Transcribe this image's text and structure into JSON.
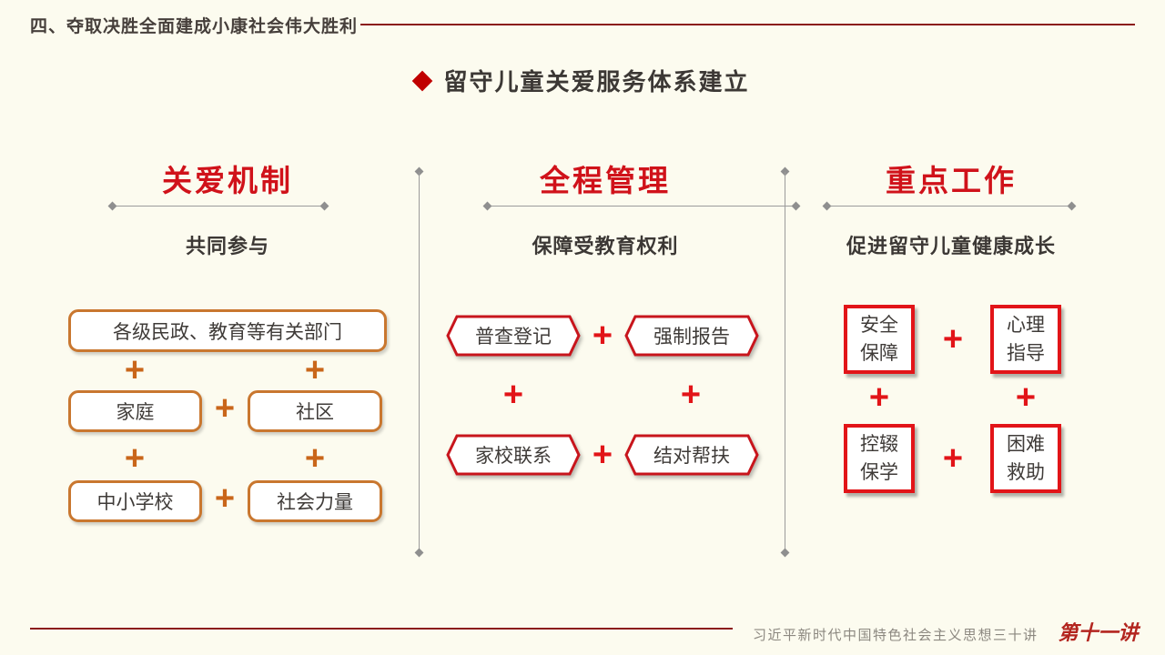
{
  "header": {
    "section_title": "四、夺取决胜全面建成小康社会伟大胜利"
  },
  "title": {
    "text": "留守儿童关爱服务体系建立"
  },
  "columns": [
    {
      "title": "关爱机制",
      "subtitle": "共同参与",
      "wide_box": "各级民政、教育等有关部门",
      "pairs": [
        [
          "家庭",
          "社区"
        ],
        [
          "中小学校",
          "社会力量"
        ]
      ]
    },
    {
      "title": "全程管理",
      "subtitle": "保障受教育权利",
      "pairs": [
        [
          "普查登记",
          "强制报告"
        ],
        [
          "家校联系",
          "结对帮扶"
        ]
      ]
    },
    {
      "title": "重点工作",
      "subtitle": "促进留守儿童健康成长",
      "pairs": [
        [
          "安全\n保障",
          "心理\n指导"
        ],
        [
          "控辍\n保学",
          "困难\n救助"
        ]
      ]
    }
  ],
  "footer": {
    "series_title": "习近平新时代中国特色社会主义思想三十讲",
    "lecture_label": "第十一讲"
  },
  "icons": {
    "plus": "+"
  },
  "colors": {
    "background": "#FCFBEF",
    "header_text": "#463F3B",
    "dark_red": "#8B1C1C",
    "bullet_red": "#C00000",
    "title_red": "#D0121A",
    "bright_red": "#E21418",
    "hex_red": "#C8151C",
    "orange": "#C9772F",
    "orange_plus": "#C9661A",
    "text_dark": "#3C3835",
    "gray_line": "#9B9B9B",
    "footer_gray": "#8C8880"
  }
}
